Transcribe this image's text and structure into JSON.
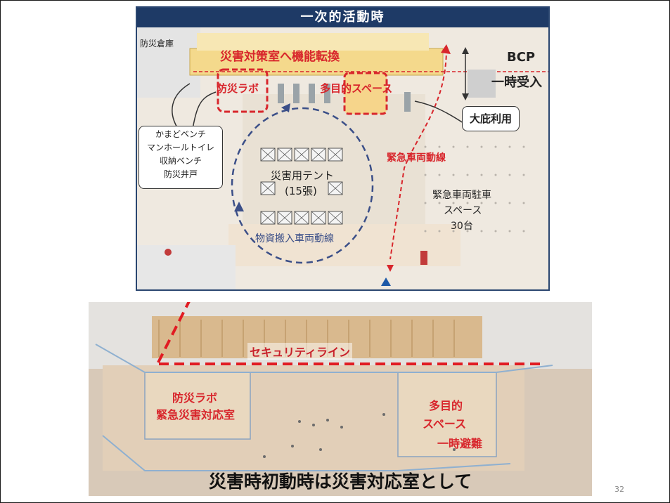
{
  "map": {
    "title": "一次的活動時",
    "storage": "防災倉庫",
    "function_switch": "災害対策室へ機能転換",
    "bosai_lab": "防災ラボ",
    "multi_space": "多目的スペース",
    "bcp": "BCP",
    "temp_accept": "一時受入",
    "eaves": "大庇利用",
    "emergency_route": "緊急車両動線",
    "tent_title": "災害用テント",
    "tent_count": "(15張)",
    "supply_route": "物資搬入車両動線",
    "parking_line1": "緊急車両駐車",
    "parking_line2": "スペース",
    "parking_line3": "30台",
    "facilities": [
      "かまどベンチ",
      "マンホールトイレ",
      "収納ベンチ",
      "防災井戸"
    ]
  },
  "building": {
    "security_line": "セキュリティライン",
    "lab_line1": "防災ラボ",
    "lab_line2": "緊急災害対応室",
    "multi_line1": "多目的",
    "multi_line2": "スペース",
    "multi_line3": "一時避難",
    "caption": "災害時初動時は災害対応室として"
  },
  "page_number": "32",
  "colors": {
    "title_bar": "#1e3a66",
    "accent_red": "#d8262c",
    "frame": "#2a4670"
  }
}
